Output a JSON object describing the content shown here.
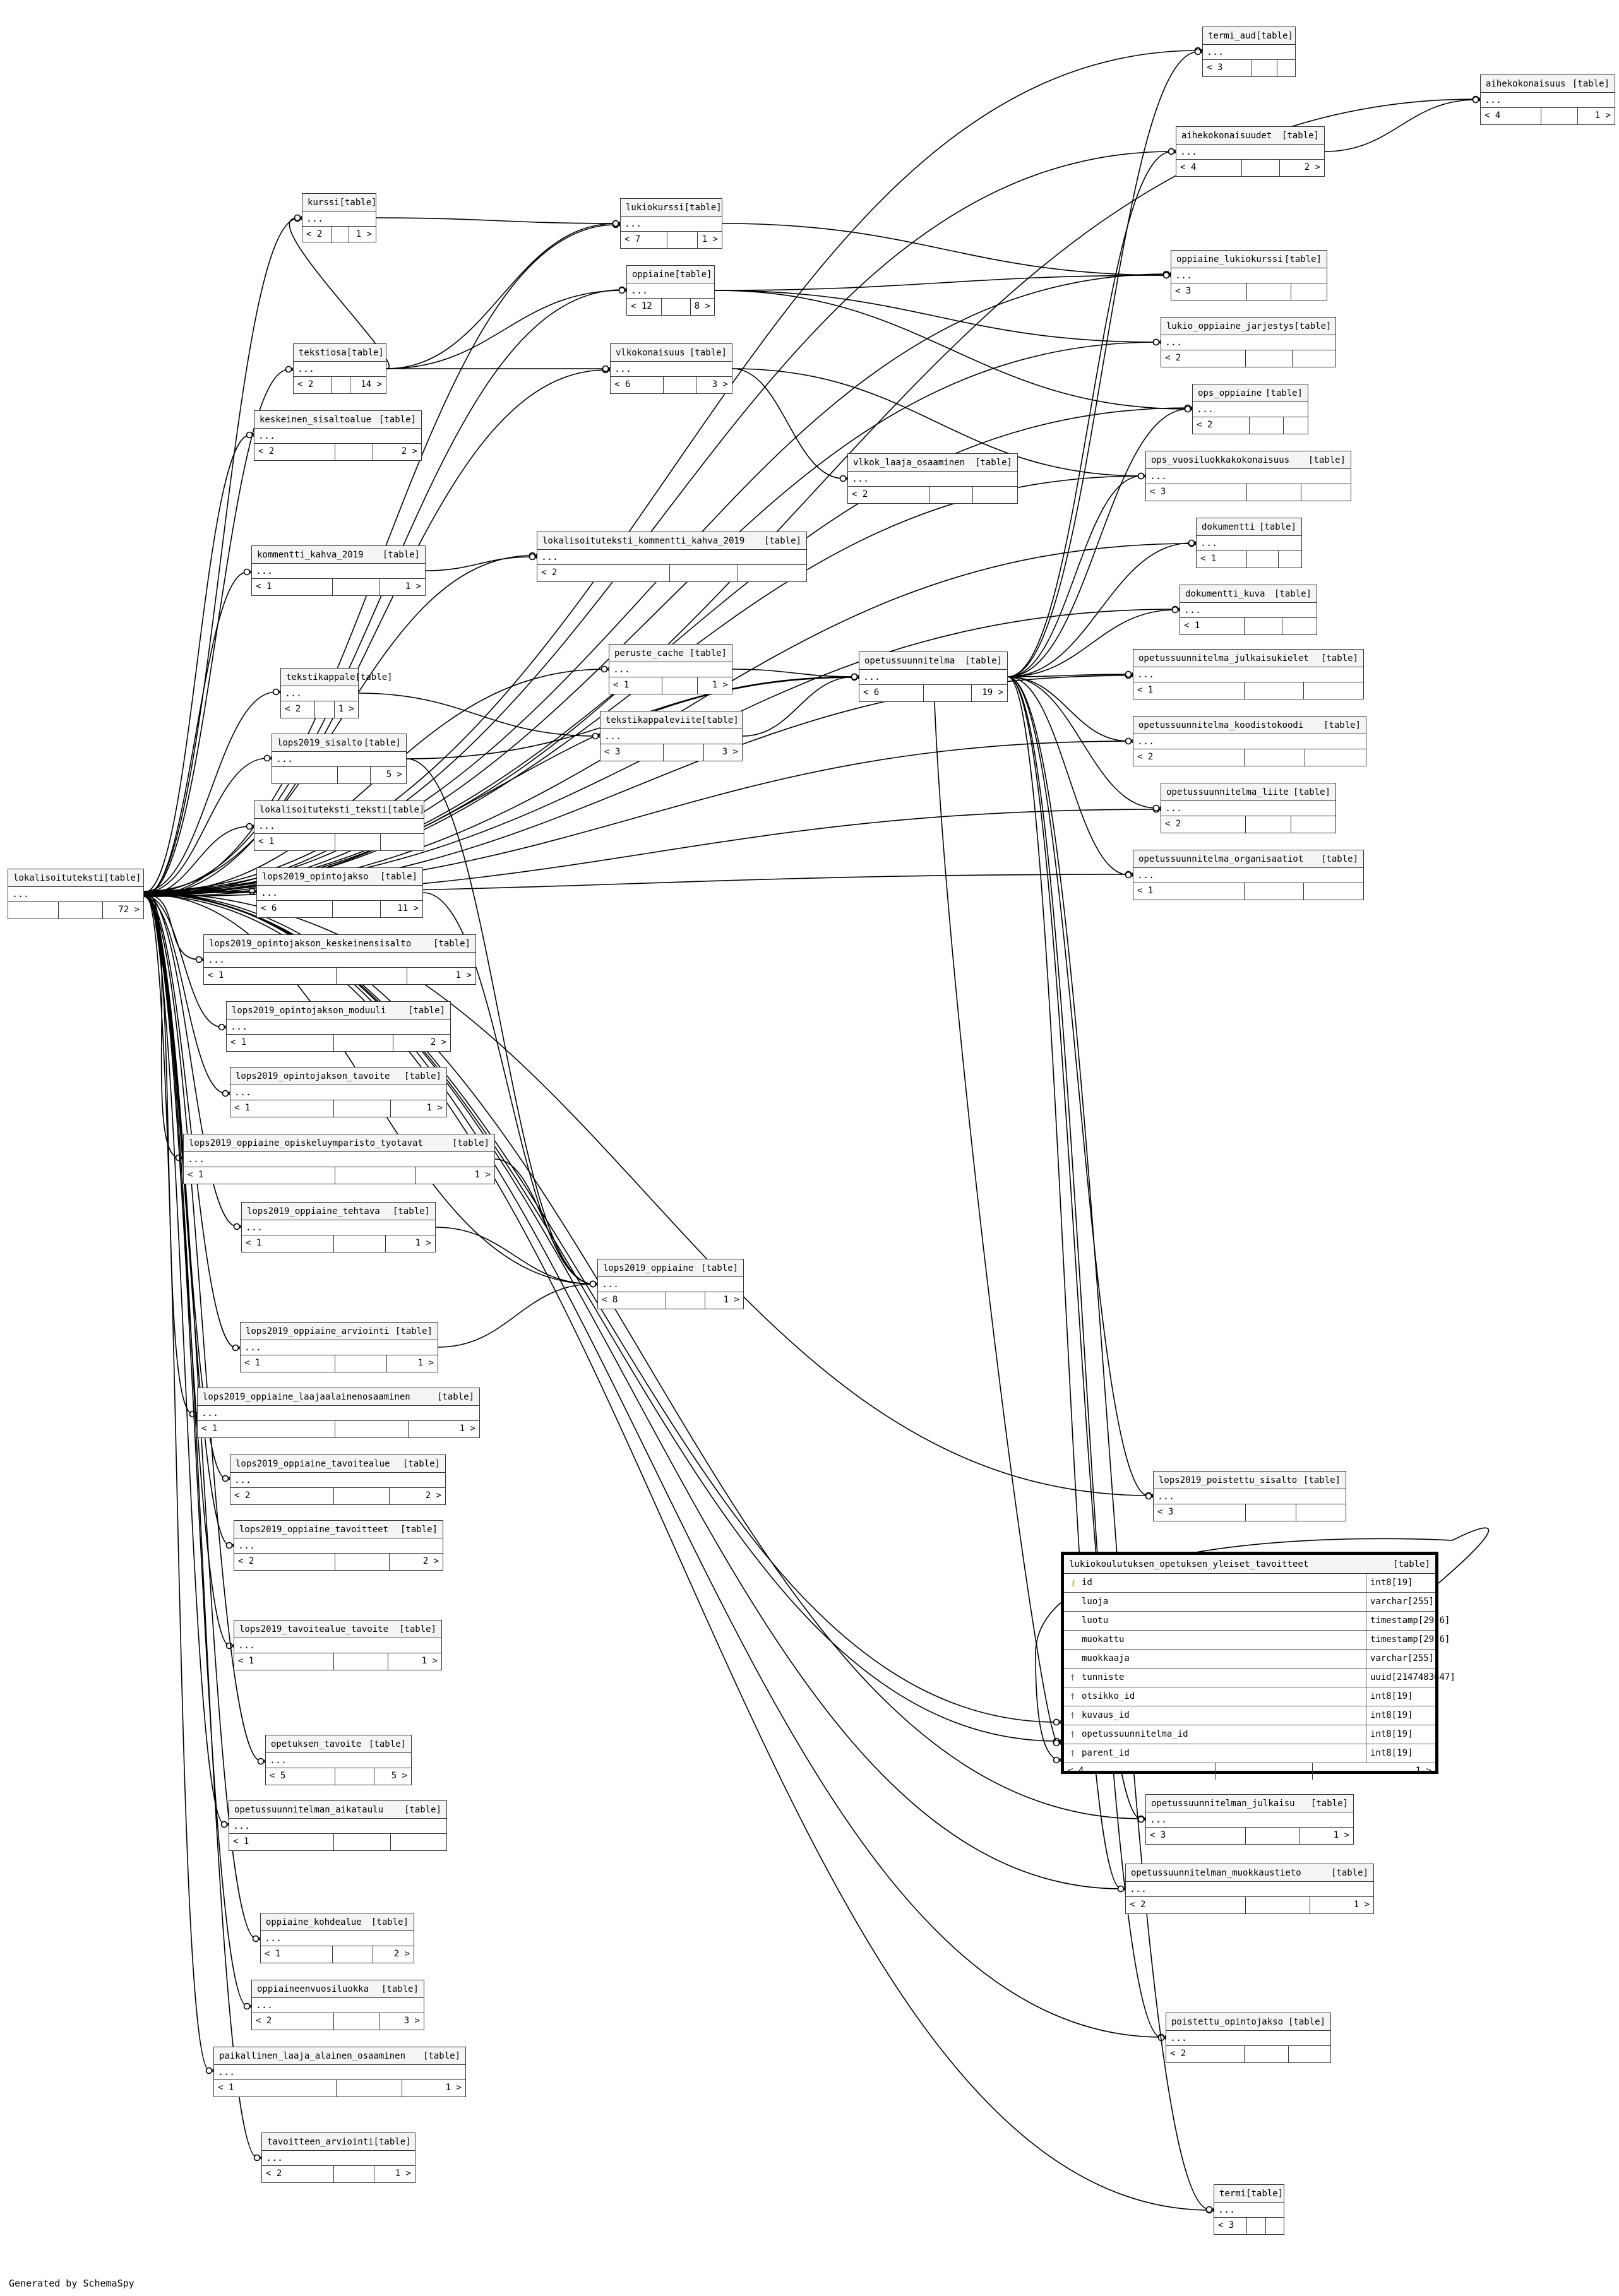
{
  "footer": "Generated by SchemaSpy",
  "table_tag": "[table]",
  "ellipsis": "...",
  "tables": {
    "termi_aud": {
      "name": "termi_aud",
      "left": "< 3",
      "right": ""
    },
    "aihekokonaisuus": {
      "name": "aihekokonaisuus",
      "left": "< 4",
      "right": "1 >"
    },
    "aihekokonaisuudet": {
      "name": "aihekokonaisuudet",
      "left": "< 4",
      "right": "2 >"
    },
    "kurssi": {
      "name": "kurssi",
      "left": "< 2",
      "right": "1 >"
    },
    "lukiokurssi": {
      "name": "lukiokurssi",
      "left": "< 7",
      "right": "1 >"
    },
    "oppiaine_lukiokurssi": {
      "name": "oppiaine_lukiokurssi",
      "left": "< 3",
      "right": ""
    },
    "oppiaine": {
      "name": "oppiaine",
      "left": "< 12",
      "right": "8 >"
    },
    "lukio_oppiaine_jarjestys": {
      "name": "lukio_oppiaine_jarjestys",
      "left": "< 2",
      "right": ""
    },
    "tekstiosa": {
      "name": "tekstiosa",
      "left": "< 2",
      "right": "14 >"
    },
    "vuosiluokkakokonaisuus": {
      "name": "vlkokonaisuus",
      "left": "< 6",
      "right": "3 >"
    },
    "ops_oppiaine": {
      "name": "ops_oppiaine",
      "left": "< 2",
      "right": ""
    },
    "keskeinen_sisaltoalue": {
      "name": "keskeinen_sisaltoalue",
      "left": "< 2",
      "right": "2 >"
    },
    "ops_vuosiluokkakokonaisuus": {
      "name": "ops_vuosiluokkakokonaisuus",
      "left": "< 3",
      "right": ""
    },
    "vlkok_laaja_osaaminen": {
      "name": "vlkok_laaja_osaaminen",
      "left": "< 2",
      "right": ""
    },
    "dokumentti": {
      "name": "dokumentti",
      "left": "< 1",
      "right": ""
    },
    "kommentti_kahva_2019": {
      "name": "kommentti_kahva_2019",
      "left": "< 1",
      "right": "1 >"
    },
    "lokalisoituteksti_kommentti_kahva_2019": {
      "name": "lokalisoituteksti_kommentti_kahva_2019",
      "left": "< 2",
      "right": ""
    },
    "dokumentti_kuva": {
      "name": "dokumentti_kuva",
      "left": "< 1",
      "right": ""
    },
    "peruste_cache": {
      "name": "peruste_cache",
      "left": "< 1",
      "right": "1 >"
    },
    "opetussuunnitelma": {
      "name": "opetussuunnitelma",
      "left": "< 6",
      "right": "19 >"
    },
    "opetussuunnitelma_julkaisukielet": {
      "name": "opetussuunnitelma_julkaisukielet",
      "left": "< 1",
      "right": ""
    },
    "tekstikappale": {
      "name": "tekstikappale",
      "left": "< 2",
      "right": "1 >"
    },
    "tekstikappaleviite": {
      "name": "tekstikappaleviite",
      "left": "< 3",
      "right": "3 >"
    },
    "lops2019_sisalto": {
      "name": "lops2019_sisalto",
      "left": "",
      "right": "5 >"
    },
    "opetussuunnitelma_koodistokoodi": {
      "name": "opetussuunnitelma_koodistokoodi",
      "left": "< 2",
      "right": ""
    },
    "lokalisoituteksti_teksti": {
      "name": "lokalisoituteksti_teksti",
      "left": "< 1",
      "right": ""
    },
    "opetussuunnitelma_liite": {
      "name": "opetussuunnitelma_liite",
      "left": "< 2",
      "right": ""
    },
    "lokalisoituteksti": {
      "name": "lokalisoituteksti",
      "left": "",
      "right": "72 >"
    },
    "lops2019_opintojakso": {
      "name": "lops2019_opintojakso",
      "left": "< 6",
      "right": "11 >"
    },
    "opetussuunnitelma_organisaatiot": {
      "name": "opetussuunnitelma_organisaatiot",
      "left": "< 1",
      "right": ""
    },
    "lops2019_opintojakson_keskeinensisalto": {
      "name": "lops2019_opintojakson_keskeinensisalto",
      "left": "< 1",
      "right": "1 >"
    },
    "lops2019_opintojakson_moduuli": {
      "name": "lops2019_opintojakson_moduuli",
      "left": "< 1",
      "right": "2 >"
    },
    "lops2019_opintojakson_tavoite": {
      "name": "lops2019_opintojakson_tavoite",
      "left": "< 1",
      "right": "1 >"
    },
    "lops2019_oppiaine_opiskeluymparisto_tyotavat": {
      "name": "lops2019_oppiaine_opiskeluymparisto_tyotavat",
      "left": "< 1",
      "right": "1 >"
    },
    "lops2019_oppiaine_tehtava": {
      "name": "lops2019_oppiaine_tehtava",
      "left": "< 1",
      "right": "1 >"
    },
    "lops2019_oppiaine": {
      "name": "lops2019_oppiaine",
      "left": "< 8",
      "right": "1 >"
    },
    "lops2019_oppiaine_arviointi": {
      "name": "lops2019_oppiaine_arviointi",
      "left": "< 1",
      "right": "1 >"
    },
    "lops2019_oppiaine_laajaalainenosaaminen": {
      "name": "lops2019_oppiaine_laajaalainenosaaminen",
      "left": "< 1",
      "right": "1 >"
    },
    "lops2019_oppiaine_tavoitealue": {
      "name": "lops2019_oppiaine_tavoitealue",
      "left": "< 2",
      "right": "2 >"
    },
    "lops2019_poistettu_sisalto": {
      "name": "lops2019_poistettu_sisalto",
      "left": "< 3",
      "right": ""
    },
    "lops2019_oppiaine_tavoitteet": {
      "name": "lops2019_oppiaine_tavoitteet",
      "left": "< 2",
      "right": "2 >"
    },
    "lops2019_tavoitealue_tavoite": {
      "name": "lops2019_tavoitealue_tavoite",
      "left": "< 1",
      "right": "1 >"
    },
    "opetuksen_tavoite": {
      "name": "opetuksen_tavoite",
      "left": "< 5",
      "right": "5 >"
    },
    "opetussuunnitelman_aikataulu": {
      "name": "opetussuunnitelman_aikataulu",
      "left": "< 1",
      "right": ""
    },
    "opetussuunnitelman_julkaisu": {
      "name": "opetussuunnitelman_julkaisu",
      "left": "< 3",
      "right": "1 >"
    },
    "opetussuunnitelman_muokkaustieto": {
      "name": "opetussuunnitelman_muokkaustieto",
      "left": "< 2",
      "right": "1 >"
    },
    "oppiaine_kohdealue": {
      "name": "oppiaine_kohdealue",
      "left": "< 1",
      "right": "2 >"
    },
    "oppiaineenvuosiluokka": {
      "name": "oppiaineenvuosiluokka",
      "left": "< 2",
      "right": "3 >"
    },
    "paikallinen_laaja_alainen_osaaminen": {
      "name": "paikallinen_laaja_alainen_osaaminen",
      "left": "< 1",
      "right": "1 >"
    },
    "poistettu_opintojakso": {
      "name": "poistettu_opintojakso",
      "left": "< 2",
      "right": ""
    },
    "tavoitteen_arviointi": {
      "name": "tavoitteen_arviointi",
      "left": "< 2",
      "right": "1 >"
    },
    "termi": {
      "name": "termi",
      "left": "< 3",
      "right": ""
    }
  },
  "focus_table": {
    "name": "lukiokoulutuksen_opetuksen_yleiset_tavoitteet",
    "tag": "[table]",
    "columns": [
      {
        "name": "id",
        "type": "int8[19]",
        "key": "pk"
      },
      {
        "name": "luoja",
        "type": "varchar[255]",
        "key": ""
      },
      {
        "name": "luotu",
        "type": "timestamp[29,6]",
        "key": ""
      },
      {
        "name": "muokattu",
        "type": "timestamp[29,6]",
        "key": ""
      },
      {
        "name": "muokkaaja",
        "type": "varchar[255]",
        "key": ""
      },
      {
        "name": "tunniste",
        "type": "uuid[2147483647]",
        "key": "idx"
      },
      {
        "name": "otsikko_id",
        "type": "int8[19]",
        "key": "fk"
      },
      {
        "name": "kuvaus_id",
        "type": "int8[19]",
        "key": "fk"
      },
      {
        "name": "opetussuunnitelma_id",
        "type": "int8[19]",
        "key": "fk"
      },
      {
        "name": "parent_id",
        "type": "int8[19]",
        "key": "fk"
      }
    ],
    "left": "< 4",
    "right": "1 >"
  }
}
